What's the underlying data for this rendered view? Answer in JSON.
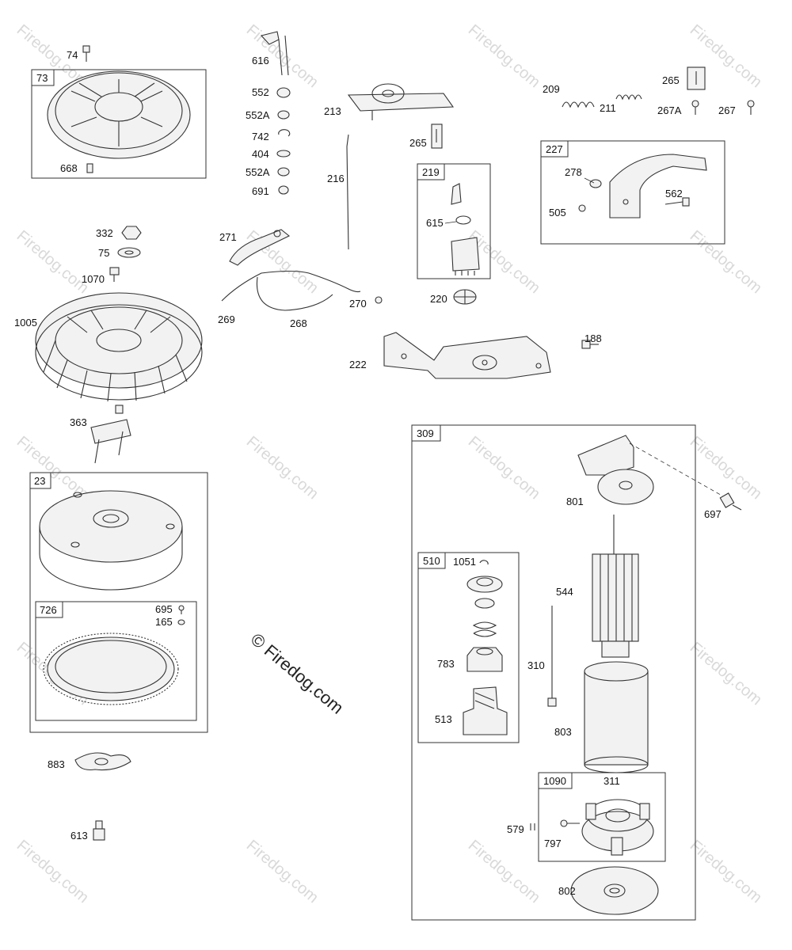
{
  "watermark": {
    "repeated": "Firedog.com",
    "center": "© Firedog.com"
  },
  "boxes": [
    "73",
    "23",
    "726",
    "219",
    "227",
    "309",
    "510",
    "1090"
  ],
  "labels": [
    "74",
    "668",
    "332",
    "75",
    "1070",
    "1005",
    "363",
    "695",
    "165",
    "883",
    "613",
    "616",
    "552",
    "552A",
    "742",
    "404",
    "552A",
    "691",
    "213",
    "265",
    "216",
    "271",
    "269",
    "268",
    "270",
    "615",
    "220",
    "222",
    "209",
    "211",
    "265",
    "267A",
    "267",
    "278",
    "562",
    "505",
    "188",
    "801",
    "697",
    "1051",
    "544",
    "783",
    "310",
    "513",
    "803",
    "311",
    "579",
    "797",
    "802"
  ]
}
